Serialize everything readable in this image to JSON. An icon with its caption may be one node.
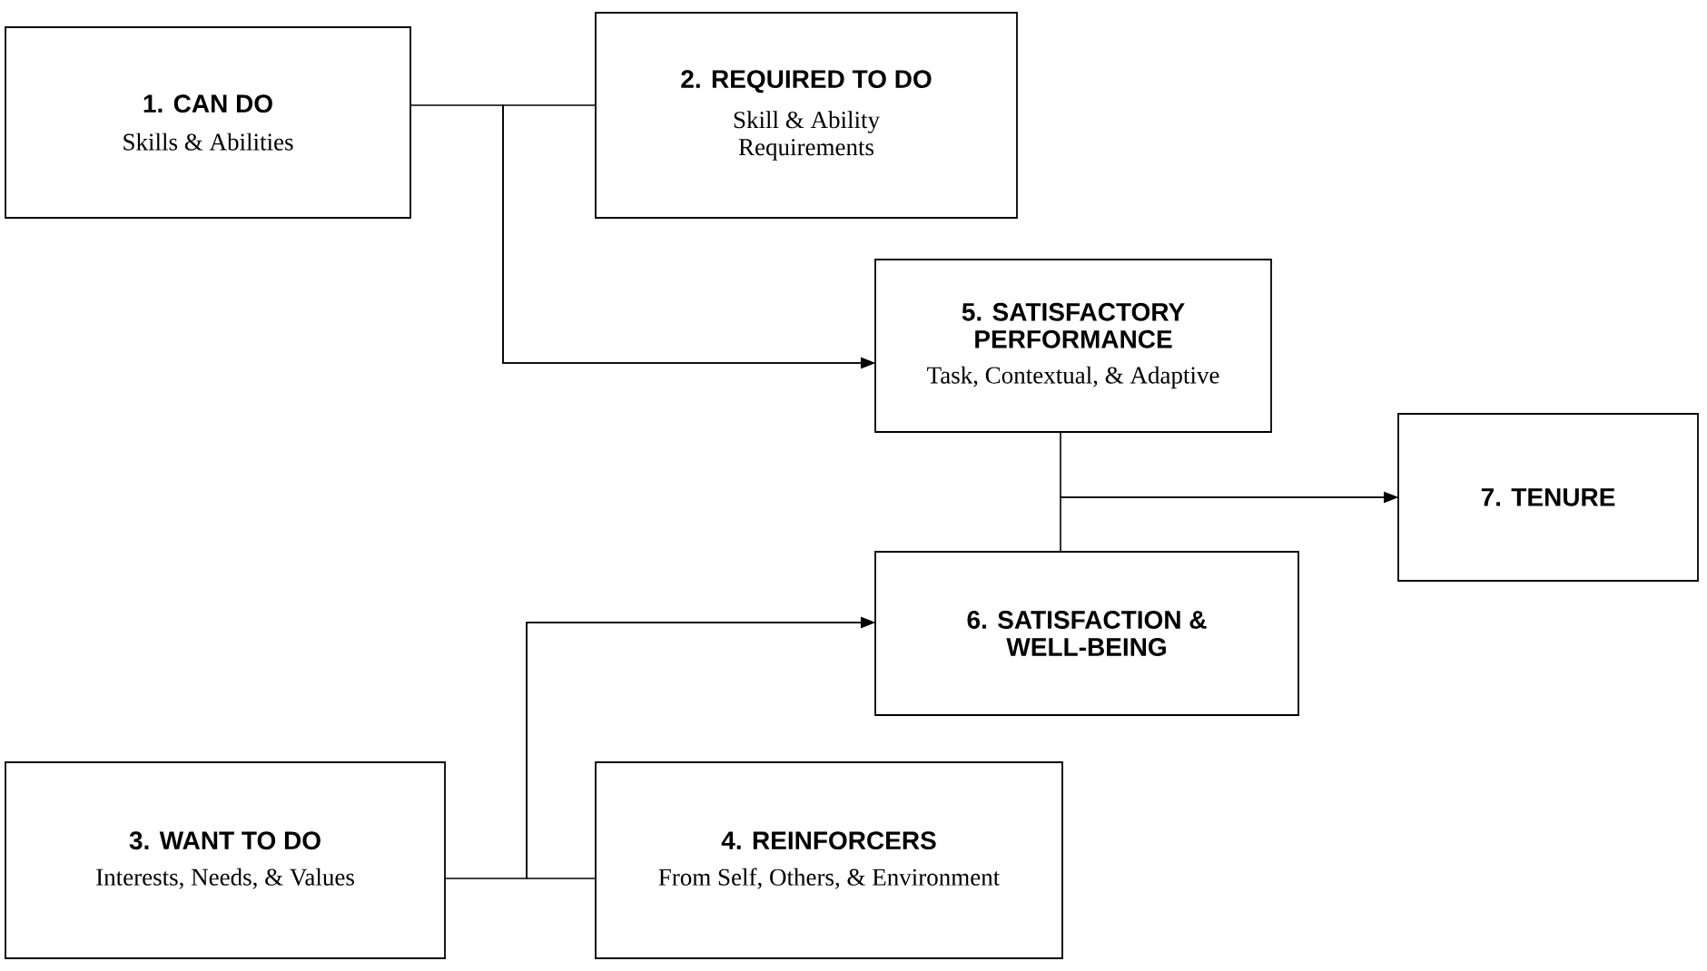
{
  "diagram": {
    "nodes": [
      {
        "text": [
          "1. CAN DO",
          "Skills & Abilities"
        ]
      },
      {
        "text": [
          "2. REQUIRED TO DO",
          "Skill & Ability Requirements"
        ]
      },
      {
        "text": [
          "5. SATISFACTORY PERFORMANCE",
          "Task, Contextual, & Adaptive"
        ]
      },
      {
        "text": [
          "7. TENURE"
        ]
      },
      {
        "text": [
          "6. SATISFACTION & WELL-BEING"
        ]
      },
      {
        "text": [
          "3. WANT TO DO",
          "Interests, Needs, & Values"
        ]
      },
      {
        "text": [
          "4. REINFORCERS",
          "From Self, Others, & Environment"
        ]
      }
    ],
    "edges": [
      {
        "from": 0,
        "to": 2,
        "arrow": "to"
      },
      {
        "from": 1,
        "to": 2,
        "arrow": "to"
      },
      {
        "from": 5,
        "to": 4,
        "arrow": "to"
      },
      {
        "from": 6,
        "to": 4,
        "arrow": "to"
      },
      {
        "from": 2,
        "to": 3,
        "arrow": "to"
      },
      {
        "from": 4,
        "to": 3,
        "arrow": "to"
      }
    ]
  }
}
